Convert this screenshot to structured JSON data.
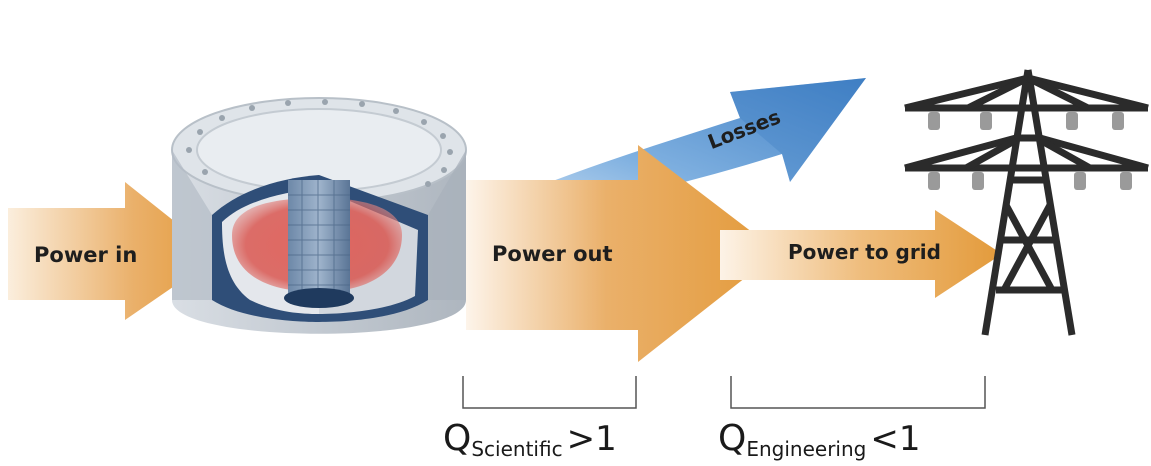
{
  "labels": {
    "power_in": "Power in",
    "power_out": "Power out",
    "power_to_grid": "Power to grid",
    "losses": "Losses"
  },
  "q_scientific": {
    "symbol": "Q",
    "subscript": "Scientific",
    "relation": ">1"
  },
  "q_engineering": {
    "symbol": "Q",
    "subscript": "Engineering",
    "relation": "<1"
  },
  "colors": {
    "arrow_orange": "#e39a3a",
    "arrow_fade": "#fbeedd",
    "loss_blue": "#4a86c8",
    "loss_light": "#a9c9ea",
    "plasma_red": "#d9473f",
    "reactor_gray": "#c9cfd6",
    "pylon_dark": "#2b2b2b",
    "insulator_gray": "#9a9a9a"
  }
}
